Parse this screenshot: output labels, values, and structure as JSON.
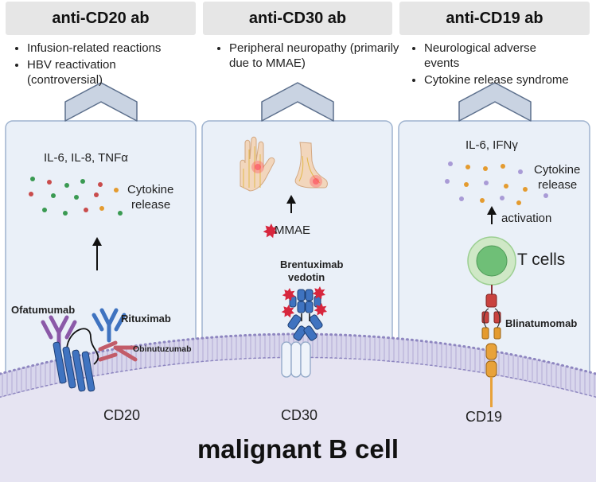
{
  "panels": [
    {
      "title": "anti-CD20 ab",
      "effects": [
        "Infusion-related reactions",
        "HBV reactivation (controversial)"
      ],
      "cytokines": "IL-6, IL-8, TNFα",
      "release_label": [
        "Cytokine",
        "release"
      ],
      "antibodies": [
        "Ofatumumab",
        "Rituximab",
        "Obinutuzumab"
      ],
      "target": "CD20"
    },
    {
      "title": "anti-CD30 ab",
      "effects": [
        "Peripheral neuropathy (primarily due to MMAE)"
      ],
      "toxin": "MMAE",
      "drug": [
        "Brentuximab",
        "vedotin"
      ],
      "target": "CD30"
    },
    {
      "title": "anti-CD19 ab",
      "effects": [
        "Neurological adverse events",
        "Cytokine release syndrome"
      ],
      "cytokines": "IL-6, IFNγ",
      "release_label": [
        "Cytokine",
        "release"
      ],
      "activation": "activation",
      "cells": "T cells",
      "drug": "Blinatumomab",
      "target": "CD19"
    }
  ],
  "cell_label": "malignant B cell",
  "colors": {
    "panel_fill": "#eaf0f8",
    "panel_stroke": "#9fb3cf",
    "membrane": "#d8d6ec",
    "cell": "#e6e4f2",
    "receptor": "#3f73c0",
    "purple_ab": "#8b59a8",
    "red_ab": "#c25c69",
    "toxin": "#d7263d",
    "tcell": "#a8d8a0"
  }
}
